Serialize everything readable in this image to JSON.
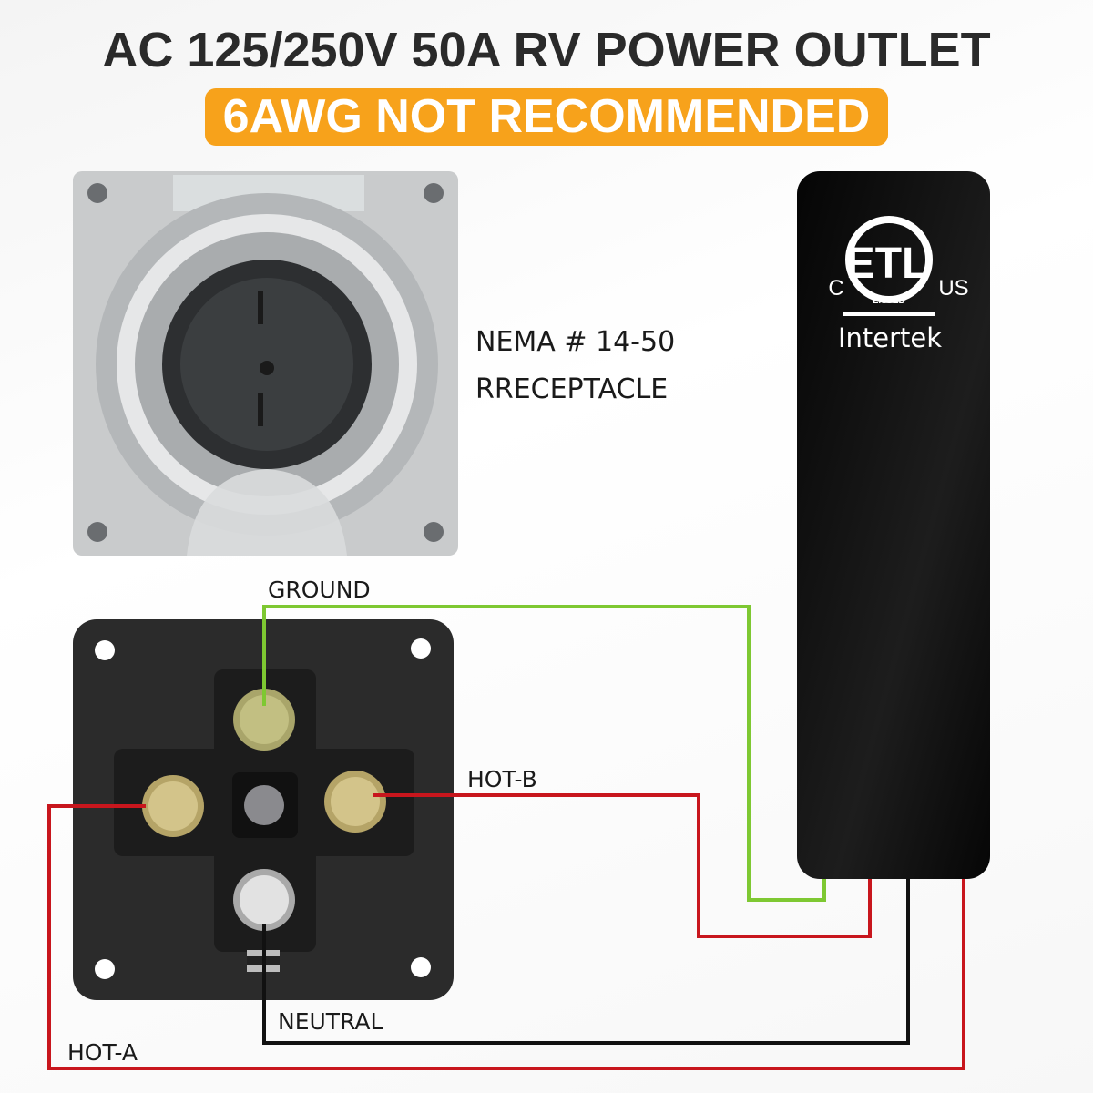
{
  "title": "AC 125/250V 50A RV POWER OUTLET",
  "warning": "6AWG NOT RECOMMENDED",
  "receptacle": {
    "line1": "NEMA # 14-50",
    "line2": "RRECEPTACLE"
  },
  "certification": {
    "mark": "ETL",
    "listed": "LISTED",
    "left": "C",
    "right": "US",
    "company": "Intertek"
  },
  "wires": [
    {
      "label": "GROUND",
      "color": "#7ec832"
    },
    {
      "label": "HOT-B",
      "color": "#c8161d"
    },
    {
      "label": "NEUTRAL",
      "color": "#111111"
    },
    {
      "label": "HOT-A",
      "color": "#c8161d"
    }
  ]
}
